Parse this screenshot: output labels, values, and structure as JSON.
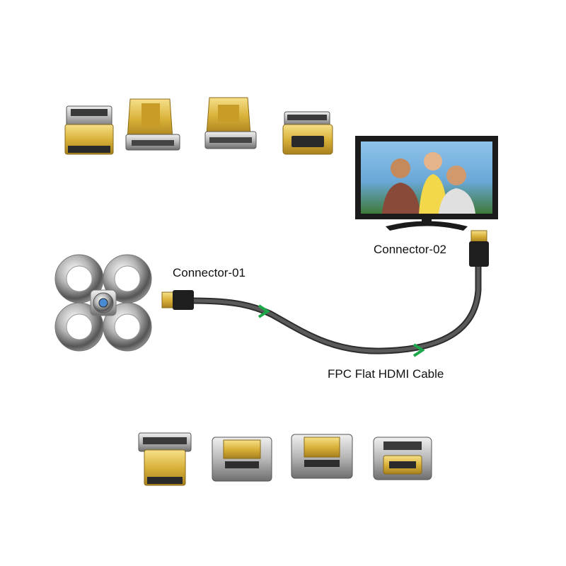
{
  "labels": {
    "connector_01": "Connector-01",
    "connector_02": "Connector-02",
    "cable": "FPC Flat HDMI Cable"
  },
  "icons": {
    "device": "quad-drone-icon",
    "display": "television-icon",
    "top_row": [
      "hdmi-male-connector-icon",
      "hdmi-male-angled-connector-icon",
      "hdmi-male-angled-connector-icon",
      "hdmi-female-connector-icon"
    ],
    "bottom_row": [
      "mini-hdmi-male-connector-icon",
      "mini-hdmi-angled-connector-icon",
      "mini-hdmi-angled-connector-icon",
      "mini-hdmi-female-connector-icon"
    ]
  },
  "colors": {
    "cable": "#4a4a4a",
    "clip": "#1aa84a",
    "gold": "#d9b23a",
    "frame": "#1b1b1b"
  }
}
